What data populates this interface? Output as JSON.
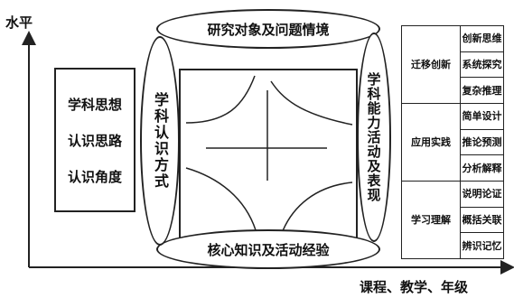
{
  "axes": {
    "y_label": "水平",
    "x_label": "课程、教学、年级"
  },
  "left_box": {
    "lines": [
      "学科思想",
      "认识思路",
      "认识角度"
    ]
  },
  "top_oval": {
    "label": "研究对象及问题情境"
  },
  "bottom_oval": {
    "label": "核心知识及活动经验"
  },
  "left_oval": {
    "label": "学科认识方式"
  },
  "right_oval": {
    "label": "学科能力活动及表现"
  },
  "levels_table": {
    "groups": [
      {
        "name": "迁移创新",
        "items": [
          "创新思维",
          "系统探究",
          "复杂推理"
        ]
      },
      {
        "name": "应用实践",
        "items": [
          "简单设计",
          "推论预测",
          "分析解释"
        ]
      },
      {
        "name": "学习理解",
        "items": [
          "说明论证",
          "概括关联",
          "辨识记忆"
        ]
      }
    ]
  }
}
